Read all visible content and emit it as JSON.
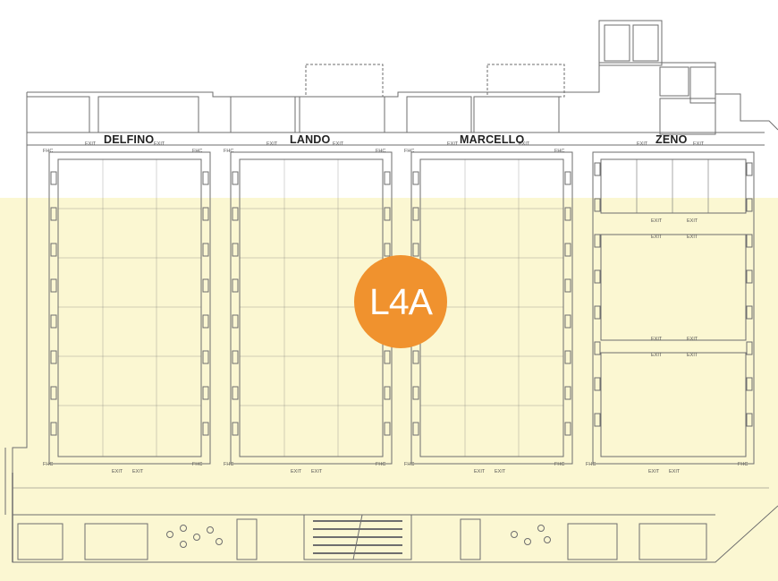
{
  "halls": [
    {
      "id": "delfino",
      "label": "DELFINO"
    },
    {
      "id": "lando",
      "label": "LANDO"
    },
    {
      "id": "marcello",
      "label": "MARCELLO"
    },
    {
      "id": "zeno",
      "label": "ZENO"
    }
  ],
  "exit_label": "EXIT",
  "fhc_label": "FHC",
  "level_badge": {
    "label": "L4A",
    "color": "#f0922e"
  },
  "highlight_color": "#fbf7d2",
  "wall_color": "#6e6e6e"
}
